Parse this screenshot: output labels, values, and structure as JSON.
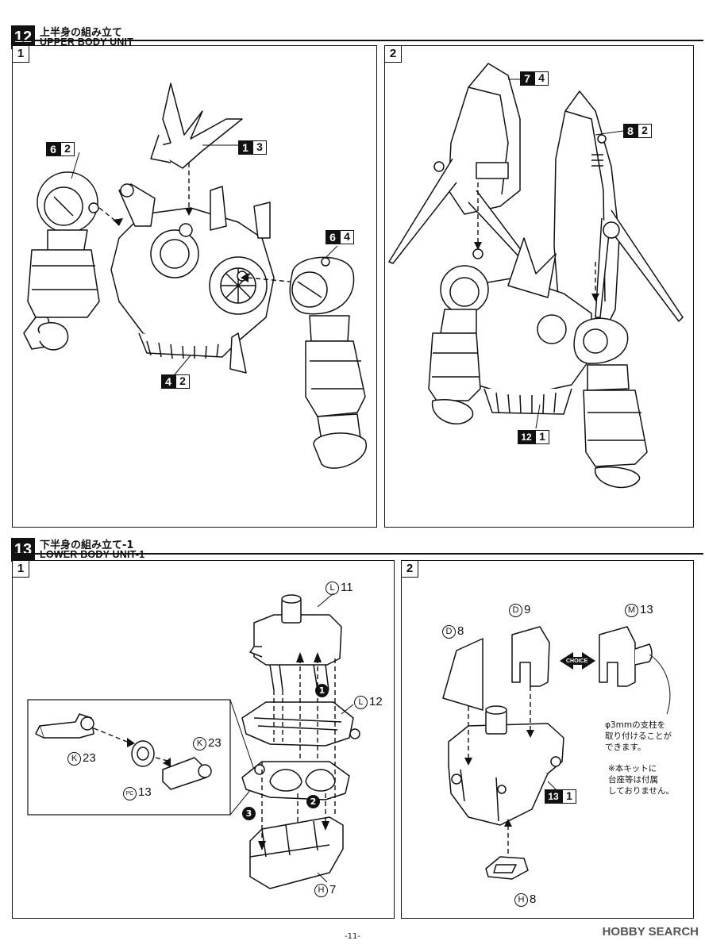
{
  "sections": [
    {
      "number": "12",
      "title_jp": "上半身の組み立て",
      "title_en": "UPPER BODY UNIT"
    },
    {
      "number": "13",
      "title_jp": "下半身の組み立て-1",
      "title_en": "LOWER BODY UNIT-1"
    }
  ],
  "panels": {
    "p12_1": "1",
    "p12_2": "2",
    "p13_1": "1",
    "p13_2": "2"
  },
  "upper_tags": [
    {
      "a": "6",
      "b": "2"
    },
    {
      "a": "1",
      "b": "3"
    },
    {
      "a": "6",
      "b": "4"
    },
    {
      "a": "4",
      "b": "2"
    },
    {
      "a": "7",
      "b": "4"
    },
    {
      "a": "8",
      "b": "2"
    },
    {
      "a": "12",
      "b": "1"
    }
  ],
  "lower_tags": [
    {
      "a": "13",
      "b": "1"
    }
  ],
  "part_labels": [
    {
      "c": "L",
      "n": "11"
    },
    {
      "c": "L",
      "n": "12"
    },
    {
      "c": "H",
      "n": "7"
    },
    {
      "c": "K",
      "n": "23"
    },
    {
      "c": "PC",
      "n": "13"
    },
    {
      "c": "K",
      "n": "23"
    },
    {
      "c": "D",
      "n": "8"
    },
    {
      "c": "D",
      "n": "9"
    },
    {
      "c": "M",
      "n": "13"
    },
    {
      "c": "H",
      "n": "8"
    }
  ],
  "step_marks": [
    "1",
    "2",
    "3"
  ],
  "choice_label": "CHOICE",
  "notes": {
    "support": "φ3mmの支柱を\n取り付けることが\nできます。",
    "stand": "※本キットに\n台座等は付属\nしておりません。"
  },
  "footer": {
    "page": "-11-",
    "credit": "HOBBY SEARCH"
  }
}
